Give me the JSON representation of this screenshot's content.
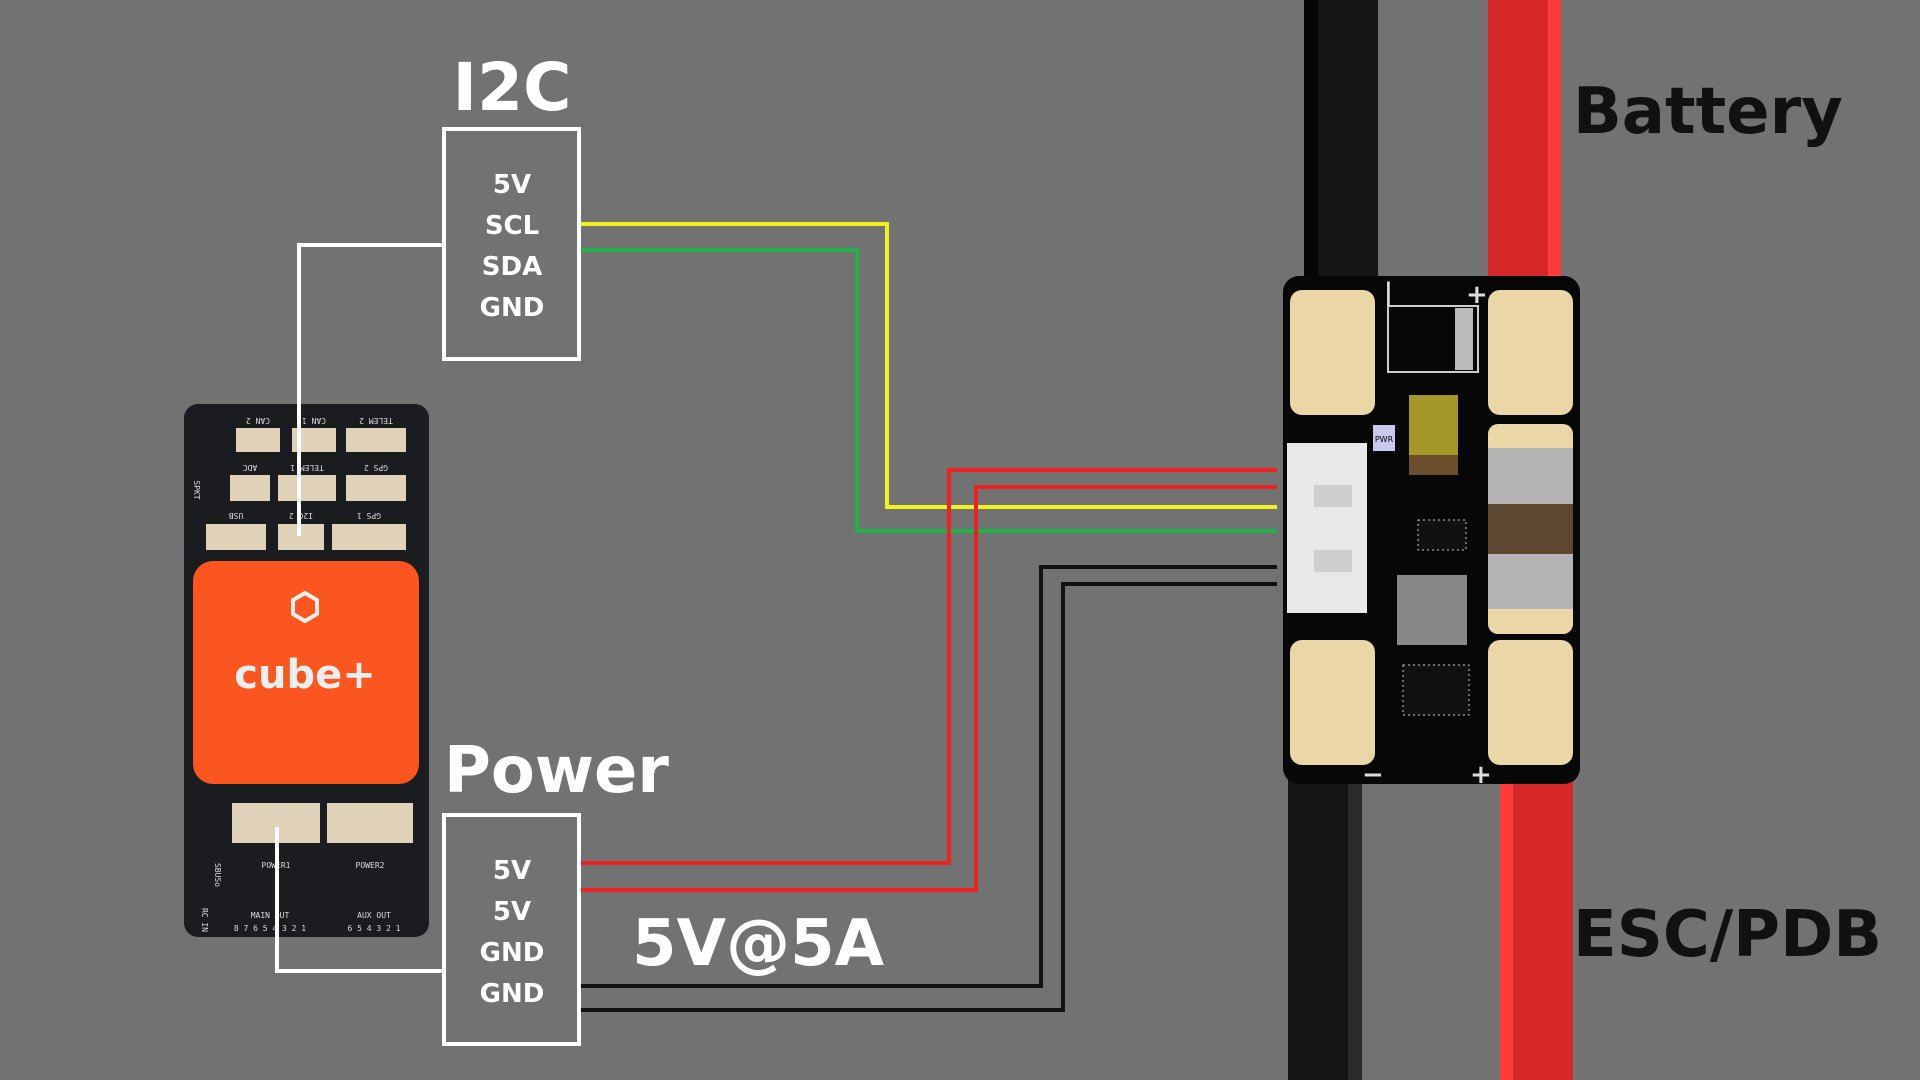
{
  "labels": {
    "i2c_title": "I2C",
    "power_title": "Power",
    "rating": "5V@5A",
    "battery": "Battery",
    "esc": "ESC/PDB"
  },
  "i2c_pins": [
    "5V",
    "SCL",
    "SDA",
    "GND"
  ],
  "power_pins": [
    "5V",
    "5V",
    "GND",
    "GND"
  ],
  "flight_controller": {
    "logo": "cube+",
    "ports": [
      "CAN 2",
      "CAN 1",
      "TELEM 2",
      "ADC",
      "TELEM 1",
      "GPS 2",
      "USB",
      "I2C 2",
      "GPS 1",
      "SPKT",
      "POWER1",
      "POWER2",
      "SBUSo",
      "RC IN",
      "MAIN OUT",
      "AUX OUT"
    ],
    "main_out_numbers": "8 7 6 5 4 3 2 1",
    "aux_out_numbers": "6 5 4 3 2 1"
  },
  "pcb": {
    "led_label": "PWR",
    "minus": "−",
    "plus": "+"
  },
  "colors": {
    "background": "#727272",
    "scl_wire": "#f2f21e",
    "sda_wire": "#1fb34a",
    "power_wire": "#ee2222",
    "ground_wire": "#111111",
    "link_wire": "#ffffff",
    "battery_positive": "#d62828",
    "battery_negative": "#151515",
    "cube_orange": "#fb5520"
  }
}
